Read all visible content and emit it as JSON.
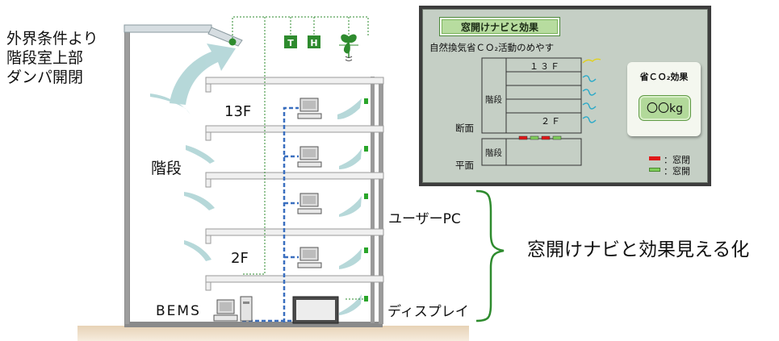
{
  "left_caption": [
    "外界条件より",
    "階段室上部",
    "ダンパ開閉"
  ],
  "floor_labels": {
    "top": "13F",
    "bottom": "2F"
  },
  "stair_label": "階段",
  "bems_label": "BEMS",
  "sensor_labels": {
    "temperature": "T",
    "humidity": "H"
  },
  "user_pc_label": "ユーザーPC",
  "display_label": "ディスプレイ",
  "brace_caption": "窓開けナビと効果見える化",
  "navi_panel": {
    "title": "窓開けナビと効果",
    "subtitle": "自然換気省ＣＯ₂活動のめやす",
    "section_label": "断面",
    "plan_label": "平面",
    "stair_label": "階段",
    "floor_top": "１３Ｆ",
    "floor_bottom": "２Ｆ",
    "effect_label": "省ＣＯ₂効果",
    "effect_value": "〇〇kg",
    "legend": [
      {
        "label": "：窓閉",
        "color": "#e01818"
      },
      {
        "label": "：窓開",
        "color": "#7fce5a"
      }
    ]
  },
  "colors": {
    "accent_green": "#2e8b2e",
    "air_flow": "#b3d6d8",
    "network_line": "#3a6fbf",
    "slab": "#f0f0f0"
  }
}
